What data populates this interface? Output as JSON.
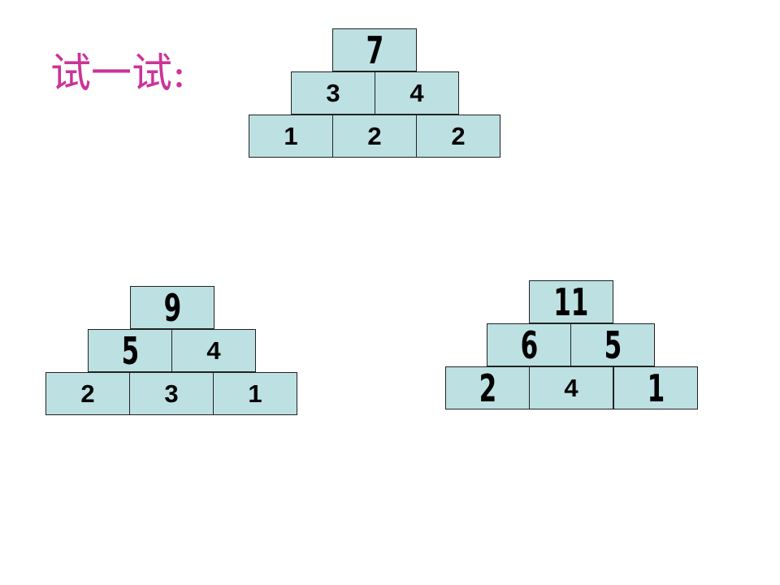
{
  "title": "试一试:",
  "pyramids": [
    {
      "rows": [
        [
          {
            "v": "7",
            "big": true
          }
        ],
        [
          {
            "v": "3"
          },
          {
            "v": "4"
          }
        ],
        [
          {
            "v": "1"
          },
          {
            "v": "2"
          },
          {
            "v": "2"
          }
        ]
      ]
    },
    {
      "rows": [
        [
          {
            "v": "9",
            "big": true
          }
        ],
        [
          {
            "v": "5",
            "big": true
          },
          {
            "v": "4"
          }
        ],
        [
          {
            "v": "2"
          },
          {
            "v": "3"
          },
          {
            "v": "1"
          }
        ]
      ]
    },
    {
      "rows": [
        [
          {
            "v": "11",
            "big": true
          }
        ],
        [
          {
            "v": "6",
            "big": true
          },
          {
            "v": "5",
            "big": true
          }
        ],
        [
          {
            "v": "2",
            "big": true
          },
          {
            "v": "4"
          },
          {
            "v": "1",
            "big": true
          }
        ]
      ]
    }
  ]
}
